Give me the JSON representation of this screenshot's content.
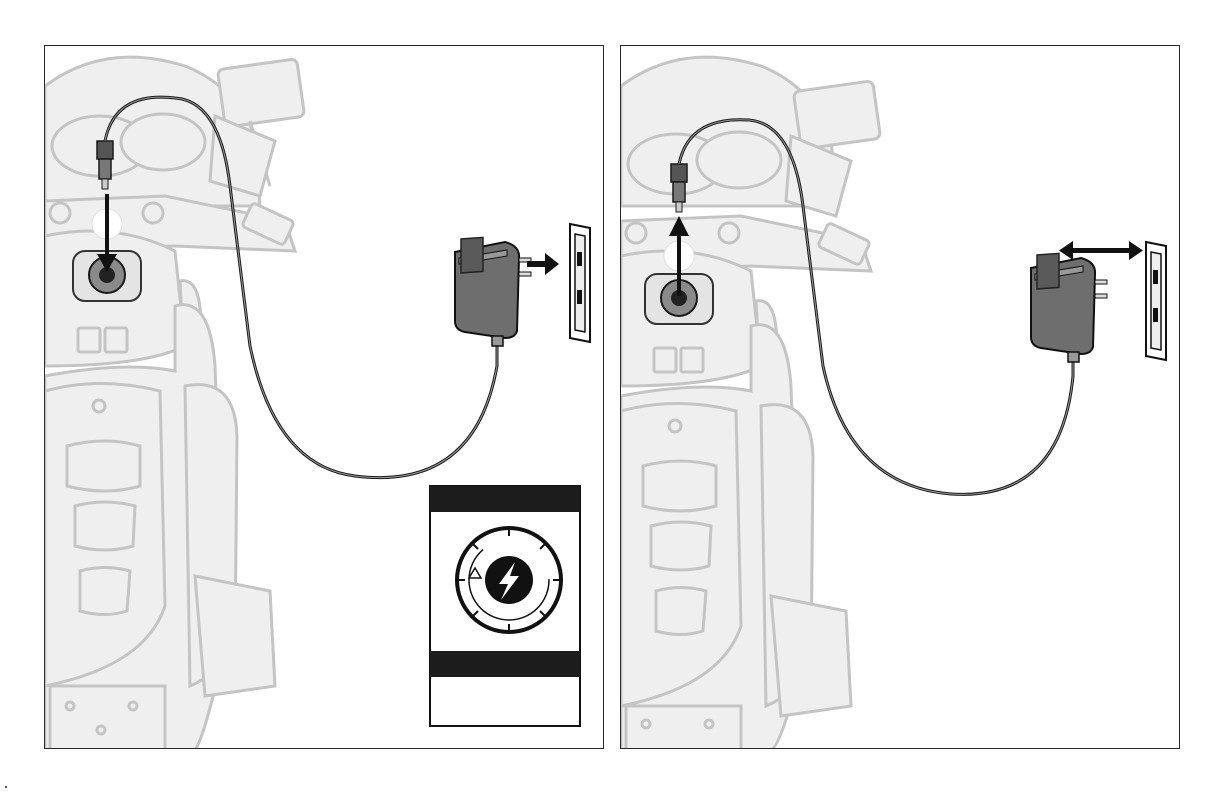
{
  "panels": [
    {
      "step": "connect-charger",
      "cable_action": "plug-in",
      "outlet_action": "plug-in",
      "shows_charge_indicator": true
    },
    {
      "step": "disconnect-charger",
      "cable_action": "unplug",
      "outlet_action": "unplug",
      "shows_charge_indicator": false
    }
  ],
  "colors": {
    "outline": "#1a1a1a",
    "vehicle_fill": "#efefef",
    "vehicle_stroke": "#c4c4c4",
    "charger_fill": "#6e6e6e",
    "indicator_bar": "#1c1c1c"
  },
  "icons": [
    "lightning-bolt-icon",
    "rotate-arrow-icon",
    "down-arrow-icon",
    "up-arrow-icon",
    "right-arrow-icon",
    "double-arrow-icon"
  ]
}
